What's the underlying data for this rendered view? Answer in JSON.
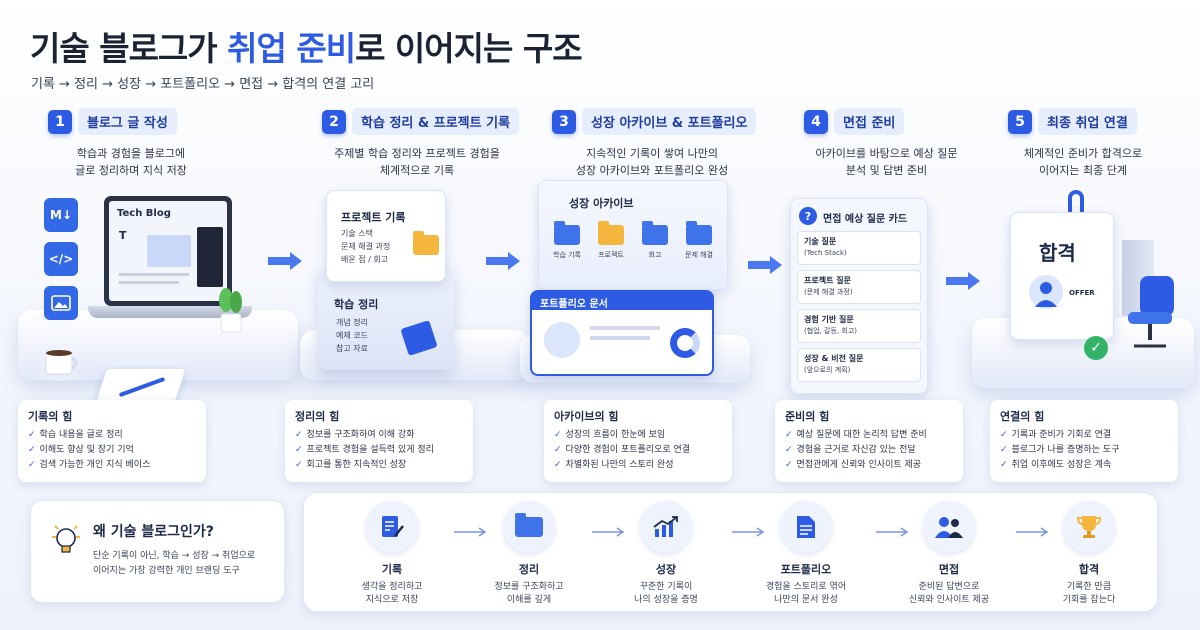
{
  "header": {
    "title_part1": "기술 블로그가 ",
    "title_highlight": "취업 준비",
    "title_part2": "로 이어지는 구조",
    "subtitle": "기록 → 정리 → 성장 → 포트폴리오 → 면접 → 합격의 연결 고리"
  },
  "steps": [
    {
      "num": "1",
      "title": "블로그 글 작성",
      "desc": "학습과 경험을 블로그에\n글로 정리하며 지식 저장"
    },
    {
      "num": "2",
      "title": "학습 정리 & 프로젝트 기록",
      "desc": "주제별 학습 정리와 프로젝트 경험을\n체계적으로 기록"
    },
    {
      "num": "3",
      "title": "성장 아카이브 & 포트폴리오",
      "desc": "지속적인 기록이 쌓여 나만의\n성장 아카이브와 포트폴리오 완성"
    },
    {
      "num": "4",
      "title": "면접 준비",
      "desc": "아카이브를 바탕으로 예상 질문\n분석 및 답변 준비"
    },
    {
      "num": "5",
      "title": "최종 취업 연결",
      "desc": "체계적인 준비가 합격으로\n이어지는 최종 단계"
    }
  ],
  "illustrations": {
    "laptop_label": "Tech Blog",
    "md_icon": "M↓",
    "project_card": {
      "title": "프로젝트 기록",
      "items": [
        "기술 스택",
        "문제 해결 과정",
        "배운 점 / 회고"
      ]
    },
    "study_card": {
      "title": "학습 정리",
      "items": [
        "개념 정리",
        "예제 코드",
        "참고 자료"
      ]
    },
    "archive": {
      "title": "성장 아카이브",
      "folders": [
        "학습 기록",
        "프로젝트",
        "회고",
        "문제 해결"
      ]
    },
    "portfolio_title": "포트폴리오 문서",
    "interview": {
      "title": "면접 예상 질문 카드",
      "questions": [
        {
          "q": "기술 질문",
          "sub": "(Tech Stack)"
        },
        {
          "q": "프로젝트 질문",
          "sub": "(문제 해결 과정)"
        },
        {
          "q": "경험 기반 질문",
          "sub": "(협업, 갈등, 회고)"
        },
        {
          "q": "성장 & 비전 질문",
          "sub": "(앞으로의 계획)"
        }
      ]
    },
    "pass_badge": "합격",
    "offer_label": "OFFER"
  },
  "infos": [
    {
      "title": "기록의 힘",
      "items": [
        "학습 내용을 글로 정리",
        "이해도 향상 및 장기 기억",
        "검색 가능한 개인 지식 베이스"
      ]
    },
    {
      "title": "정리의 힘",
      "items": [
        "정보를 구조화하여 이해 강화",
        "프로젝트 경험을 설득력 있게 정리",
        "회고를 통한 지속적인 성장"
      ]
    },
    {
      "title": "아카이브의 힘",
      "items": [
        "성장의 흐름이 한눈에 보임",
        "다양한 경험이 포트폴리오로 연결",
        "차별화된 나만의 스토리 완성"
      ]
    },
    {
      "title": "준비의 힘",
      "items": [
        "예상 질문에 대한 논리적 답변 준비",
        "경험을 근거로 자신감 있는 전달",
        "면접관에게 신뢰와 인사이트 제공"
      ]
    },
    {
      "title": "연결의 힘",
      "items": [
        "기록과 준비가 기회로 연결",
        "블로그가 나를 증명하는 도구",
        "취업 이후에도 성장은 계속"
      ]
    }
  ],
  "why": {
    "title": "왜 기술 블로그인가?",
    "desc": "단순 기록이 아닌, 학습 → 성장 → 취업으로\n이어지는 가장 강력한 개인 브랜딩 도구"
  },
  "flow": [
    {
      "label": "기록",
      "desc": "생각을 정리하고\n지식으로 저장",
      "icon": "pencil-doc-icon"
    },
    {
      "label": "정리",
      "desc": "정보를 구조화하고\n이해를 깊게",
      "icon": "folder-icon"
    },
    {
      "label": "성장",
      "desc": "꾸준한 기록이\n나의 성장을 증명",
      "icon": "growth-chart-icon"
    },
    {
      "label": "포트폴리오",
      "desc": "경험을 스토리로 엮어\n나만의 문서 완성",
      "icon": "document-icon"
    },
    {
      "label": "면접",
      "desc": "준비된 답변으로\n신뢰와 인사이트 제공",
      "icon": "interview-people-icon"
    },
    {
      "label": "합격",
      "desc": "기록한 만큼\n기회를 잡는다",
      "icon": "trophy-icon"
    }
  ],
  "colors": {
    "accent": "#2d5be3",
    "light_accent": "#e6edfd",
    "text": "#1b2233"
  }
}
